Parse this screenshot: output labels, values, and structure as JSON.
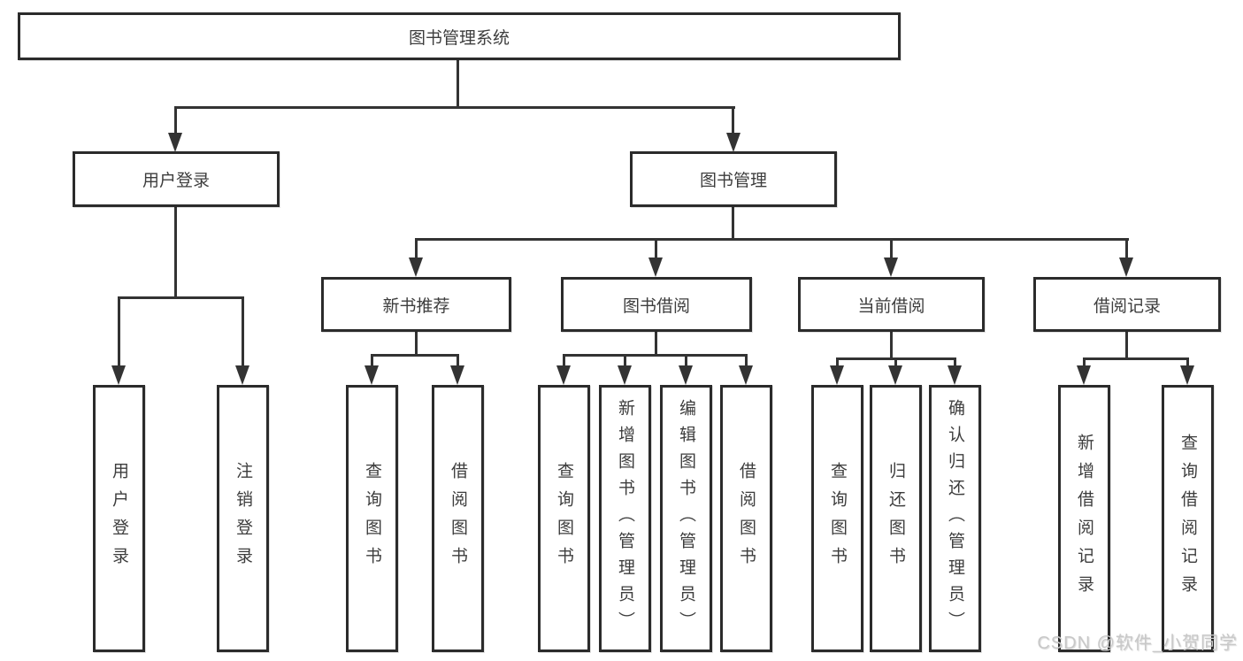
{
  "tree": {
    "label": "图书管理系统",
    "children": [
      {
        "label": "用户登录",
        "children": [
          {
            "label": "用户登录"
          },
          {
            "label": "注销登录"
          }
        ]
      },
      {
        "label": "图书管理",
        "children": [
          {
            "label": "新书推荐",
            "children": [
              {
                "label": "查询图书"
              },
              {
                "label": "借阅图书"
              }
            ]
          },
          {
            "label": "图书借阅",
            "children": [
              {
                "label": "查询图书"
              },
              {
                "label": "新增图书（管理员）"
              },
              {
                "label": "编辑图书（管理员）"
              },
              {
                "label": "借阅图书"
              }
            ]
          },
          {
            "label": "当前借阅",
            "children": [
              {
                "label": "查询图书"
              },
              {
                "label": "归还图书"
              },
              {
                "label": "确认归还（管理员）"
              }
            ]
          },
          {
            "label": "借阅记录",
            "children": [
              {
                "label": "新增借阅记录"
              },
              {
                "label": "查询借阅记录"
              }
            ]
          }
        ]
      }
    ]
  },
  "watermark": "CSDN @软件_小贺同学",
  "colors": {
    "line": "#333333",
    "box_border": "#2b2b2b",
    "text": "#3d3d3d",
    "watermark": "#c8c8c8",
    "background": "#ffffff"
  }
}
